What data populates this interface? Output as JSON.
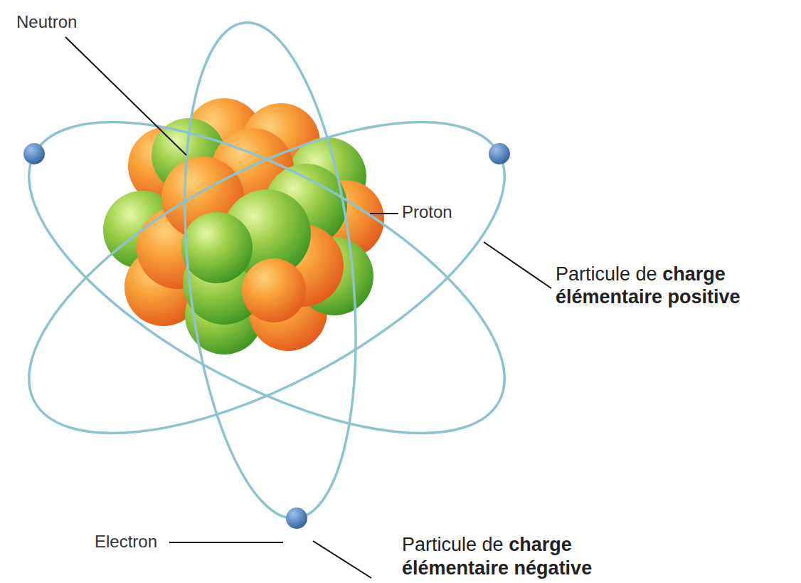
{
  "diagram": {
    "labels": [
      "Neutron",
      "Proton",
      "Particule de charge élémentaire positive",
      "Electron",
      "Particule de charge élémentaire négative"
    ]
  }
}
